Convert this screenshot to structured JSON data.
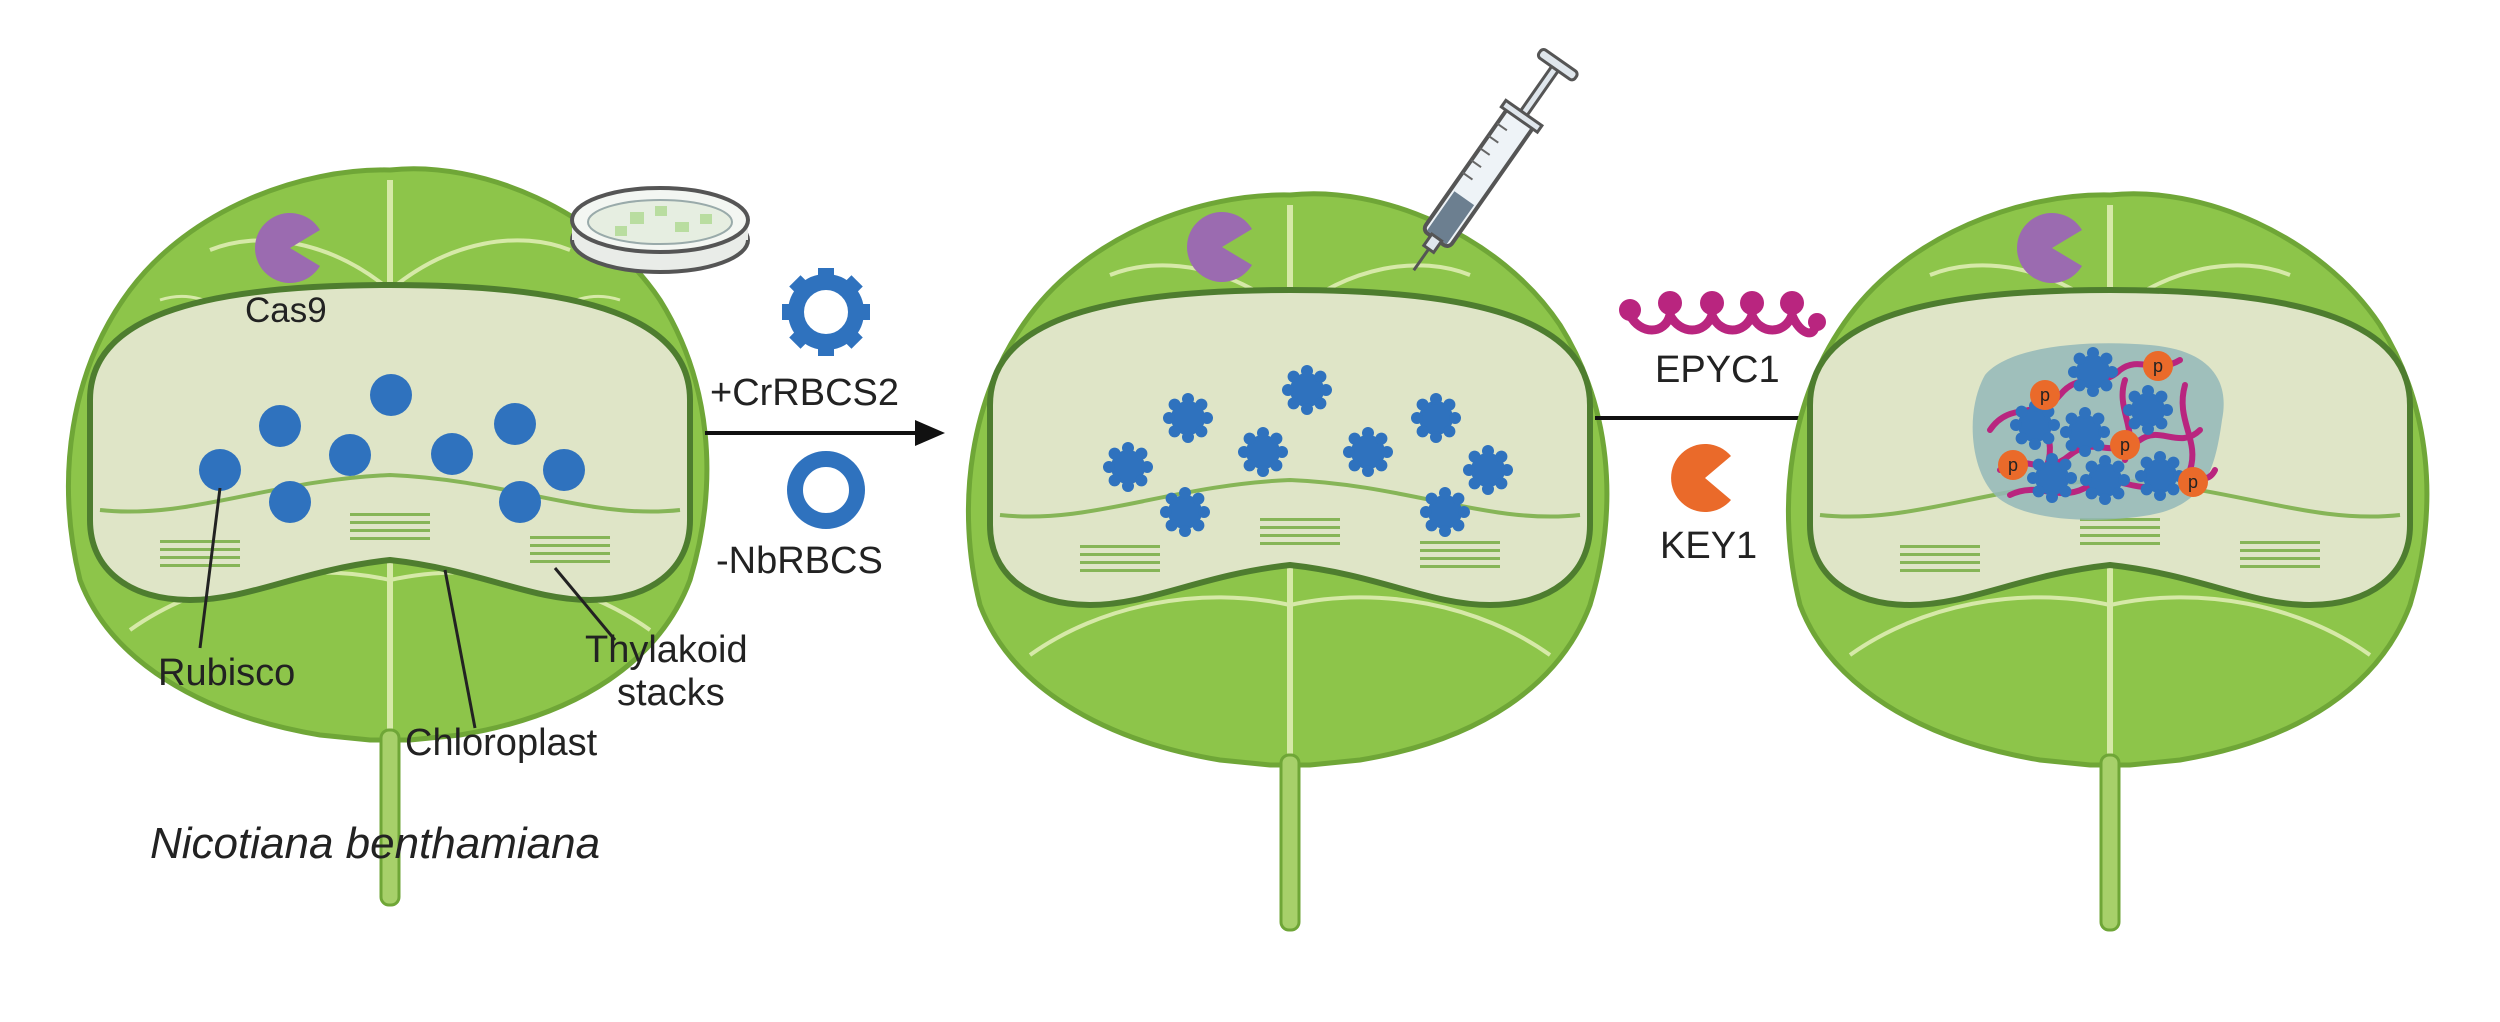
{
  "labels": {
    "cas9": "Cas9",
    "rubisco": "Rubisco",
    "chloroplast": "Chloroplast",
    "thylakoid_line1": "Thylakoid",
    "thylakoid_line2": "stacks",
    "species": "Nicotiana benthamiana",
    "add_gene": "+CrRBCS2",
    "remove_gene": "-NbRBCS",
    "epyc1": "EPYC1",
    "key1": "KEY1",
    "phospho": "p"
  },
  "colors": {
    "leaf": "#8dc54a",
    "leaf_edge": "#6fa637",
    "vein": "#d6e9a8",
    "chloroplast": "#dfe5c7",
    "chloroplast_edge": "#4e7d2f",
    "thylakoid": "#86b557",
    "rubisco": "#2f72be",
    "cas9": "#9b6bb0",
    "epyc1": "#b9257f",
    "key1": "#ea6a2a",
    "condensate": "#94b9b8"
  }
}
